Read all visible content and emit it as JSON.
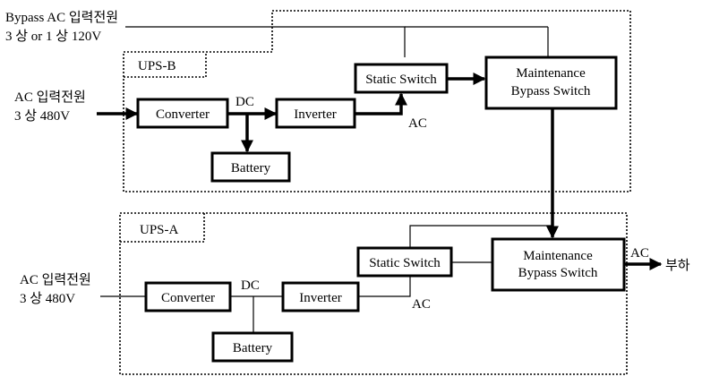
{
  "bypass_input": {
    "line1": "Bypass AC 입력전원",
    "line2": "3 상 or 1 상  120V"
  },
  "ups_b": {
    "title": "UPS-B",
    "ac_input": {
      "line1": "AC 입력전원",
      "line2": "3 상  480V"
    },
    "converter": "Converter",
    "dc_label": "DC",
    "inverter": "Inverter",
    "ac_label": "AC",
    "battery": "Battery",
    "static_switch": "Static Switch",
    "maintenance_bypass": {
      "line1": "Maintenance",
      "line2": "Bypass Switch"
    }
  },
  "ups_a": {
    "title": "UPS-A",
    "ac_input": {
      "line1": "AC 입력전원",
      "line2": "3 상  480V"
    },
    "converter": "Converter",
    "dc_label": "DC",
    "inverter": "Inverter",
    "ac_label": "AC",
    "battery": "Battery",
    "static_switch": "Static Switch",
    "maintenance_bypass": {
      "line1": "Maintenance",
      "line2": "Bypass Switch"
    },
    "output_ac_label": "AC",
    "load_label": "부하"
  }
}
